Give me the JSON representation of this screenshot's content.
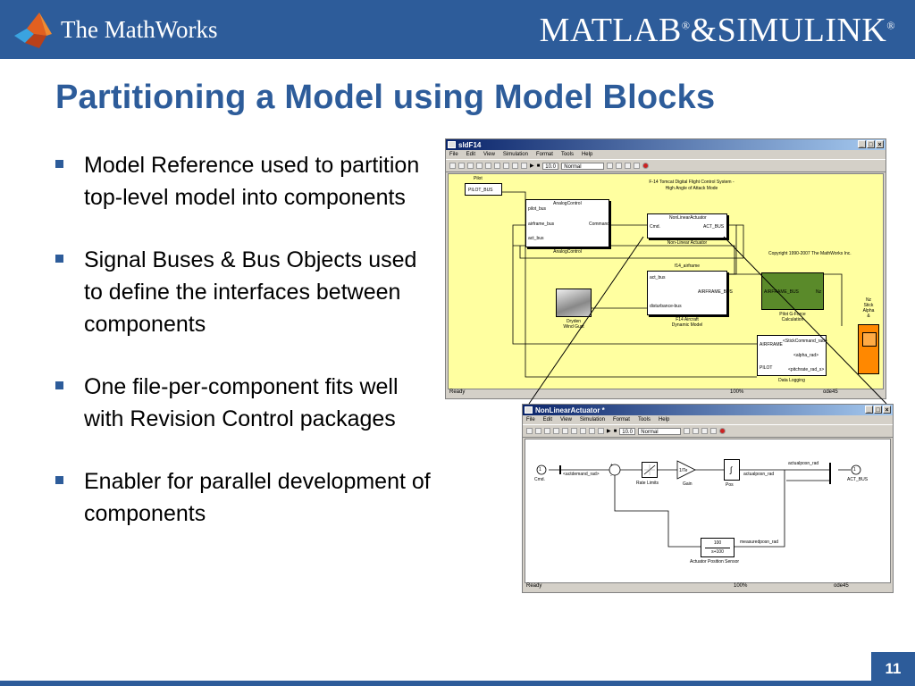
{
  "header": {
    "company": "The MathWorks",
    "product_logo_left": "MATLAB",
    "reg_mark": "®",
    "product_amp": "&",
    "product_logo_right": "SIMULINK"
  },
  "slide": {
    "title": "Partitioning a Model using Model Blocks",
    "bullets": [
      "Model Reference used to partition top-level model into components",
      "Signal Buses & Bus Objects used to define the interfaces between components",
      "One file-per-component fits well with Revision Control packages",
      "Enabler for parallel development of components"
    ],
    "page_number": "11"
  },
  "colors": {
    "banner": "#2d5c9a",
    "canvas_top": "#ffffa0",
    "canvas_bottom": "#ffffff",
    "airframe_block": "#5a8a2a",
    "scope_block": "#ff8800"
  },
  "window_top": {
    "title": "sldF14",
    "menu": [
      "File",
      "Edit",
      "View",
      "Simulation",
      "Format",
      "Tools",
      "Help"
    ],
    "stop_time": "10.0",
    "mode": "Normal",
    "status": {
      "state": "Ready",
      "zoom": "100%",
      "solver": "ode45"
    },
    "diagram": {
      "title_line1": "F-14 Tomcat Digital Flight Control System -",
      "title_line2": "High Angle of Attack Mode",
      "pilot": {
        "label": "Pilot",
        "port": "PILOT_BUS"
      },
      "analog": {
        "name": "AnalogControl",
        "ports_in": [
          "pilot_bus",
          "airframe_bus",
          "act_bus"
        ],
        "port_out": "Command",
        "caption": "AnalogControl"
      },
      "nonlinear": {
        "name": "NonLinearActuator",
        "port_in": "Cmd.",
        "port_out": "ACT_BUS",
        "caption": "Non-Linear Actuator"
      },
      "airframe": {
        "name": "f14_airframe",
        "ports_in": [
          "act_bus",
          "disturbance-bus"
        ],
        "port_out": "AIRFRAME_BUS",
        "caption_line1": "F14 Aircraft",
        "caption_line2": "Dynamic Model"
      },
      "gforce": {
        "port_in": "AIRFRAME_BUS",
        "port_out": "Nz",
        "caption_line1": "Pilot G-Force",
        "caption_line2": "Calculation"
      },
      "gust": {
        "caption_line1": "Dryden",
        "caption_line2": "Wind Gust"
      },
      "logging": {
        "ports_in": [
          "AIRFRAME",
          "PILOT"
        ],
        "signals": [
          "<StickCommand_rad>",
          "<alpha_rad>",
          "<pitchrate_rad_s>"
        ],
        "caption": "Data Logging"
      },
      "scope_labels": [
        "Nz",
        "Stick",
        "Alpha",
        "&"
      ],
      "copyright": "Copyright 1990-2007 The MathWorks Inc."
    }
  },
  "window_bottom": {
    "title": "NonLinearActuator *",
    "menu": [
      "File",
      "Edit",
      "View",
      "Simulation",
      "Format",
      "Tools",
      "Help"
    ],
    "stop_time": "10.0",
    "mode": "Normal",
    "status": {
      "state": "Ready",
      "zoom": "100%",
      "solver": "ode45"
    },
    "diagram": {
      "inport": {
        "number": "1",
        "label": "Cmd."
      },
      "signal_cmd": "<actdemand_rad>",
      "sum_signs": [
        "+",
        "-"
      ],
      "rate_limits": "Rate Limits",
      "gain": {
        "value": "1/Te",
        "label": "Gain"
      },
      "pos": {
        "label": "Pos"
      },
      "signal_pos": "actualposn_rad",
      "signal_out": "actualposn_rad",
      "outport": {
        "number": "1",
        "label": "ACT_BUS"
      },
      "sensor": {
        "numerator": "100",
        "denominator": "s+100",
        "label": "Actuator Position Sensor"
      },
      "signal_measured": "measuredposn_rad"
    }
  }
}
